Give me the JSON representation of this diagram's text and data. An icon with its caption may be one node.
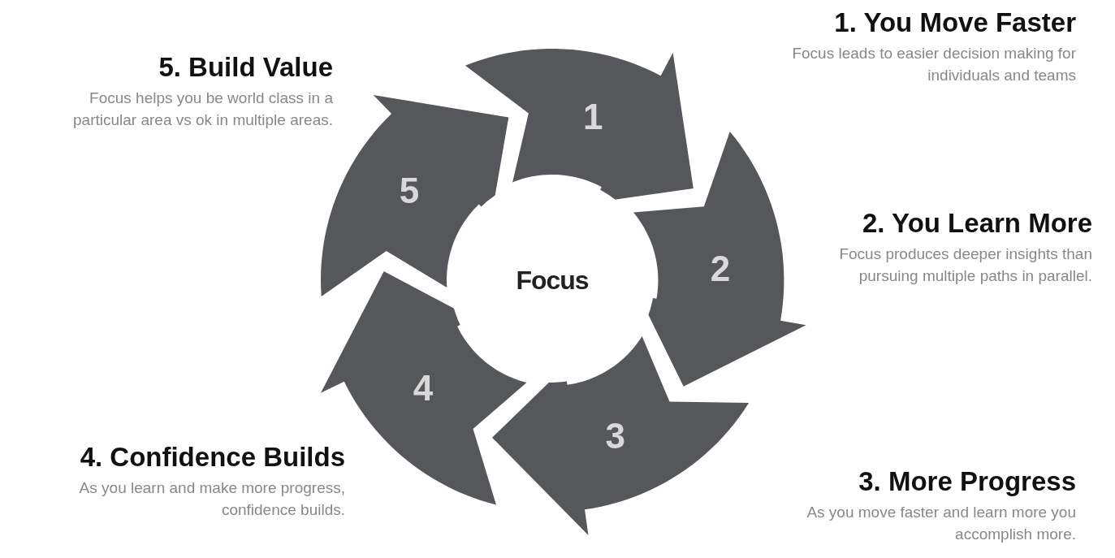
{
  "diagram": {
    "nodes": [
      {
        "text": [
          "Focus"
        ]
      },
      {
        "text": [
          "1"
        ],
        "beside": [
          "1. You Move Faster",
          "Focus leads to easier decision making for individuals and teams"
        ]
      },
      {
        "text": [
          "2"
        ],
        "beside": [
          "2. You Learn More",
          "Focus produces deeper insights than pursuing multiple paths in parallel."
        ]
      },
      {
        "text": [
          "3"
        ],
        "beside": [
          "3. More Progress",
          "As you move faster and learn more you accomplish more."
        ]
      },
      {
        "text": [
          "4"
        ],
        "beside": [
          "4. Confidence Builds",
          "As you learn and make more progress, confidence builds."
        ]
      },
      {
        "text": [
          "5"
        ],
        "beside": [
          "5. Build Value",
          "Focus helps you be world class in a particular area vs ok in multiple areas."
        ]
      }
    ]
  }
}
